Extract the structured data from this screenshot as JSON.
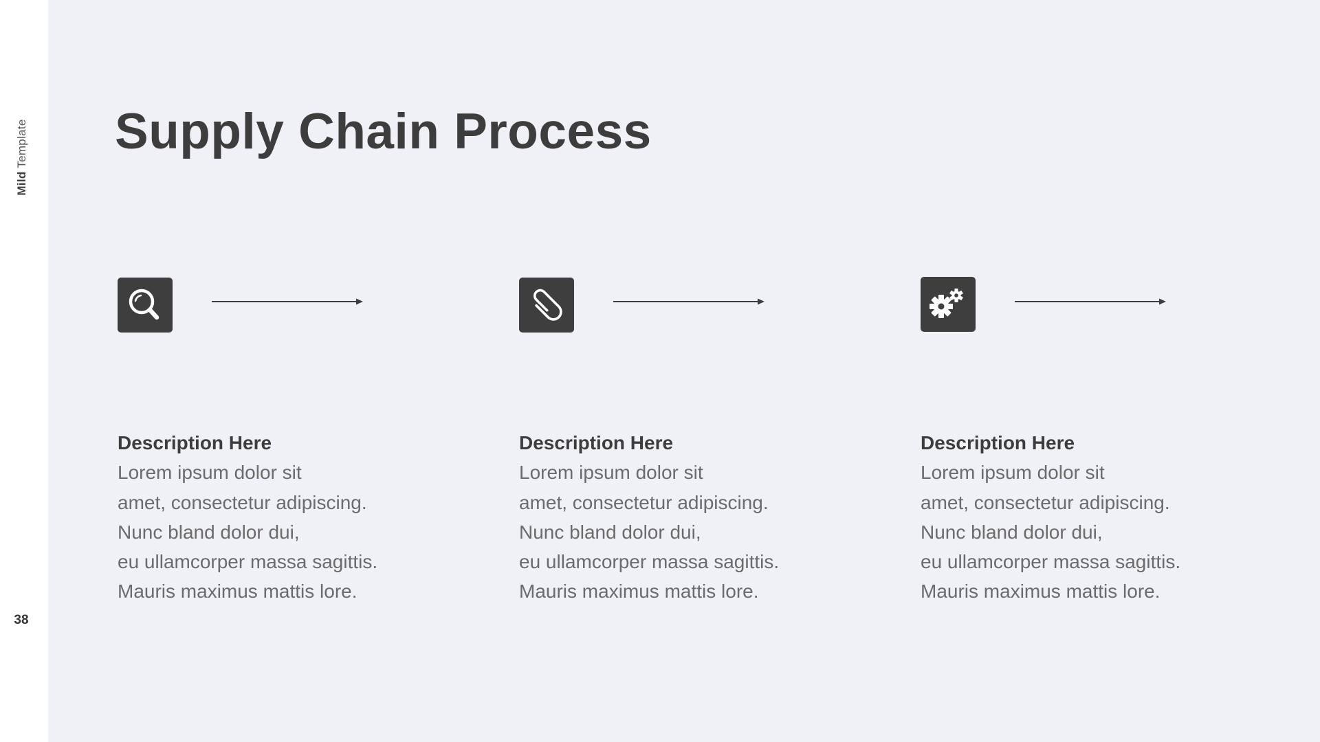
{
  "sidebar": {
    "brand_bold": "Mild",
    "brand_light": " Template",
    "page_number": "38"
  },
  "slide": {
    "title": "Supply Chain Process"
  },
  "steps": [
    {
      "icon": "search-icon",
      "heading": "Description Here",
      "lines": [
        "Lorem ipsum dolor sit",
        "amet, consectetur adipiscing.",
        "Nunc bland dolor dui,",
        "eu ullamcorper massa sagittis.",
        "Mauris maximus mattis lore."
      ]
    },
    {
      "icon": "paperclip-icon",
      "heading": "Description Here",
      "lines": [
        "Lorem ipsum dolor sit",
        "amet, consectetur adipiscing.",
        "Nunc bland dolor dui,",
        "eu ullamcorper massa sagittis.",
        "Mauris maximus mattis lore."
      ]
    },
    {
      "icon": "gears-icon",
      "heading": "Description Here",
      "lines": [
        "Lorem ipsum dolor sit",
        "amet, consectetur adipiscing.",
        "Nunc bland dolor dui,",
        "eu ullamcorper massa sagittis.",
        "Mauris maximus mattis lore."
      ]
    }
  ],
  "colors": {
    "background": "#f0f1f6",
    "sidebar": "#ffffff",
    "heading": "#3d3d3d",
    "body_text": "#6b6b6b",
    "icon_tile": "#3e3e3e"
  }
}
